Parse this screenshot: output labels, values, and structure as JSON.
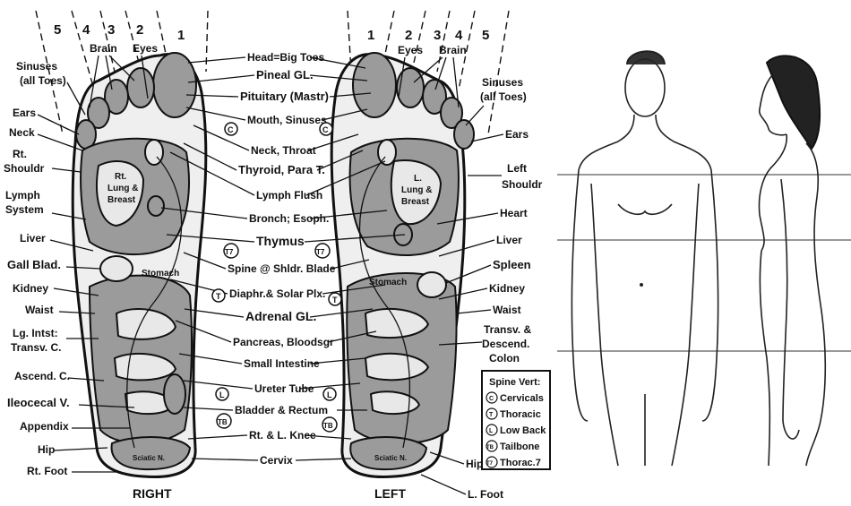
{
  "foot_chart": {
    "zone_numbers": [
      "5",
      "4",
      "3",
      "2",
      "1"
    ],
    "right_foot": {
      "caption": "RIGHT",
      "labels": {
        "brain": "Brain",
        "eyes": "Eyes",
        "sinuses": "Sinuses\n(all Toes)",
        "ears": "Ears",
        "neck": "Neck",
        "shoulder": "Rt.\nShouldr",
        "lymph_system": "Lymph\nSystem",
        "liver": "Liver",
        "gall_bladder": "Gall Blad.",
        "kidney": "Kidney",
        "waist": "Waist",
        "lg_intestine": "Lg. Intst:\nTransv. C.",
        "ascending_colon": "Ascend. C.",
        "ileocecal": "Ileocecal V.",
        "appendix": "Appendix",
        "hip": "Hip",
        "foot": "Rt. Foot"
      },
      "inner_labels": {
        "lung": "Rt.\nLung &\nBreast",
        "stomach": "Stomach",
        "sciatic": "Sciatic N."
      }
    },
    "left_foot": {
      "caption": "LEFT",
      "labels": {
        "eyes": "Eyes",
        "brain": "Brain",
        "sinuses": "Sinuses\n(all Toes)",
        "ears": "Ears",
        "shoulder": "Left\nShouldr",
        "heart": "Heart",
        "liver": "Liver",
        "spleen": "Spleen",
        "kidney": "Kidney",
        "waist": "Waist",
        "colon": "Transv. &\nDescend.\nColon",
        "hip": "Hip",
        "foot": "L. Foot"
      },
      "inner_labels": {
        "lung": "L.\nLung &\nBreast",
        "stomach": "Stomach",
        "sciatic": "Sciatic N."
      }
    },
    "center_labels": [
      {
        "text": "Head=Big Toes",
        "bold": false
      },
      {
        "text": "Pineal GL.",
        "bold": true
      },
      {
        "text": "Pituitary (Mastr)",
        "bold": true
      },
      {
        "text": "Mouth, Sinuses",
        "bold": false
      },
      {
        "text": "Neck, Throat",
        "bold": false
      },
      {
        "text": "Thyroid, Para T.",
        "bold": true
      },
      {
        "text": "Lymph Flush",
        "bold": false
      },
      {
        "text": "Bronch; Esoph.",
        "bold": false
      },
      {
        "text": "Thymus",
        "bold": true
      },
      {
        "text": "Spine @ Shldr. Blade",
        "bold": false
      },
      {
        "text": "Diaphr.& Solar Plx.",
        "bold": false
      },
      {
        "text": "Adrenal GL.",
        "bold": true
      },
      {
        "text": "Pancreas, Bloodsgr",
        "bold": true
      },
      {
        "text": "Small Intestine",
        "bold": false
      },
      {
        "text": "Ureter Tube",
        "bold": false
      },
      {
        "text": "Bladder & Rectum",
        "bold": false
      },
      {
        "text": "Rt. & L. Knee",
        "bold": false
      },
      {
        "text": "Cervix",
        "bold": false
      }
    ],
    "circle_markers": [
      "C",
      "T7",
      "T",
      "L",
      "TB"
    ],
    "legend": {
      "title": "Spine Vert:",
      "items": [
        {
          "symbol": "C",
          "label": "Cervicals"
        },
        {
          "symbol": "T",
          "label": "Thoracic"
        },
        {
          "symbol": "L",
          "label": "Low Back"
        },
        {
          "symbol": "TB",
          "label": "Tailbone"
        },
        {
          "symbol": "T7",
          "label": "Thorac.7"
        }
      ]
    }
  },
  "colors": {
    "ink": "#111111",
    "zone_fill": "#9b9b9b",
    "paper": "#ffffff",
    "guide_lines": "#777777"
  }
}
